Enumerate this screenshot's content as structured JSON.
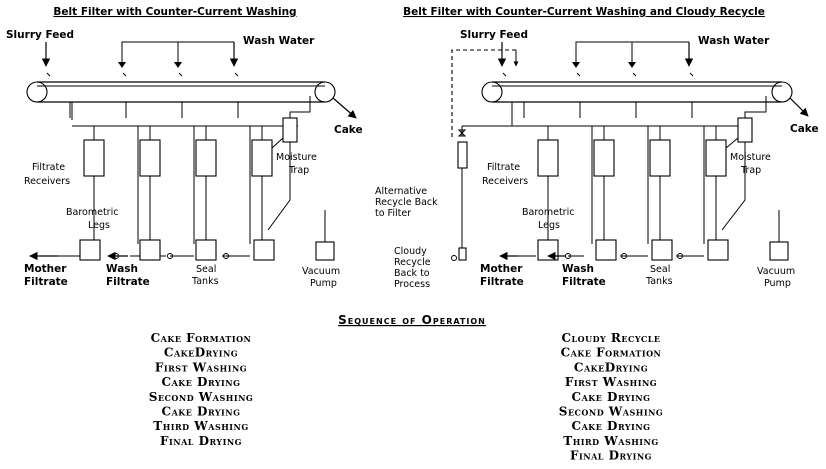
{
  "left_diagram": {
    "title": "Belt Filter with Counter-Current Washing",
    "slurry_feed": "Slurry Feed",
    "wash_water": "Wash Water",
    "cake": "Cake",
    "filtrate_receivers": [
      "Filtrate",
      "Receivers"
    ],
    "moisture_trap": [
      "Moisture",
      "Trap"
    ],
    "barometric_legs": [
      "Barometric",
      "Legs"
    ],
    "mother_filtrate": [
      "Mother",
      "Filtrate"
    ],
    "wash_filtrate": [
      "Wash",
      "Filtrate"
    ],
    "seal_tanks": [
      "Seal",
      "Tanks"
    ],
    "vacuum_pump": [
      "Vacuum",
      "Pump"
    ]
  },
  "right_diagram": {
    "title": "Belt Filter with Counter-Current Washing and Cloudy Recycle",
    "slurry_feed": "Slurry Feed",
    "wash_water": "Wash Water",
    "cake": "Cake",
    "alternative_recycle": [
      "Alternative",
      "Recycle Back",
      "to Filter"
    ],
    "filtrate_receivers": [
      "Filtrate",
      "Receivers"
    ],
    "moisture_trap": [
      "Moisture",
      "Trap"
    ],
    "barometric_legs": [
      "Barometric",
      "Legs"
    ],
    "cloudy_recycle": [
      "Cloudy",
      "Recycle",
      "Back to",
      "Process"
    ],
    "mother_filtrate": [
      "Mother",
      "Filtrate"
    ],
    "wash_filtrate": [
      "Wash",
      "Filtrate"
    ],
    "seal_tanks": [
      "Seal",
      "Tanks"
    ],
    "vacuum_pump": [
      "Vacuum",
      "Pump"
    ]
  },
  "sequence": {
    "title": "Sequence of Operation",
    "left_steps": [
      "Cake Formation",
      "CakeDrying",
      "First Washing",
      "Cake Drying",
      "Second Washing",
      "Cake Drying",
      "Third Washing",
      "Final Drying"
    ],
    "right_steps": [
      "Cloudy Recycle",
      "Cake Formation",
      "CakeDrying",
      "First Washing",
      "Cake Drying",
      "Second Washing",
      "Cake Drying",
      "Third Washing",
      "Final Drying"
    ]
  }
}
